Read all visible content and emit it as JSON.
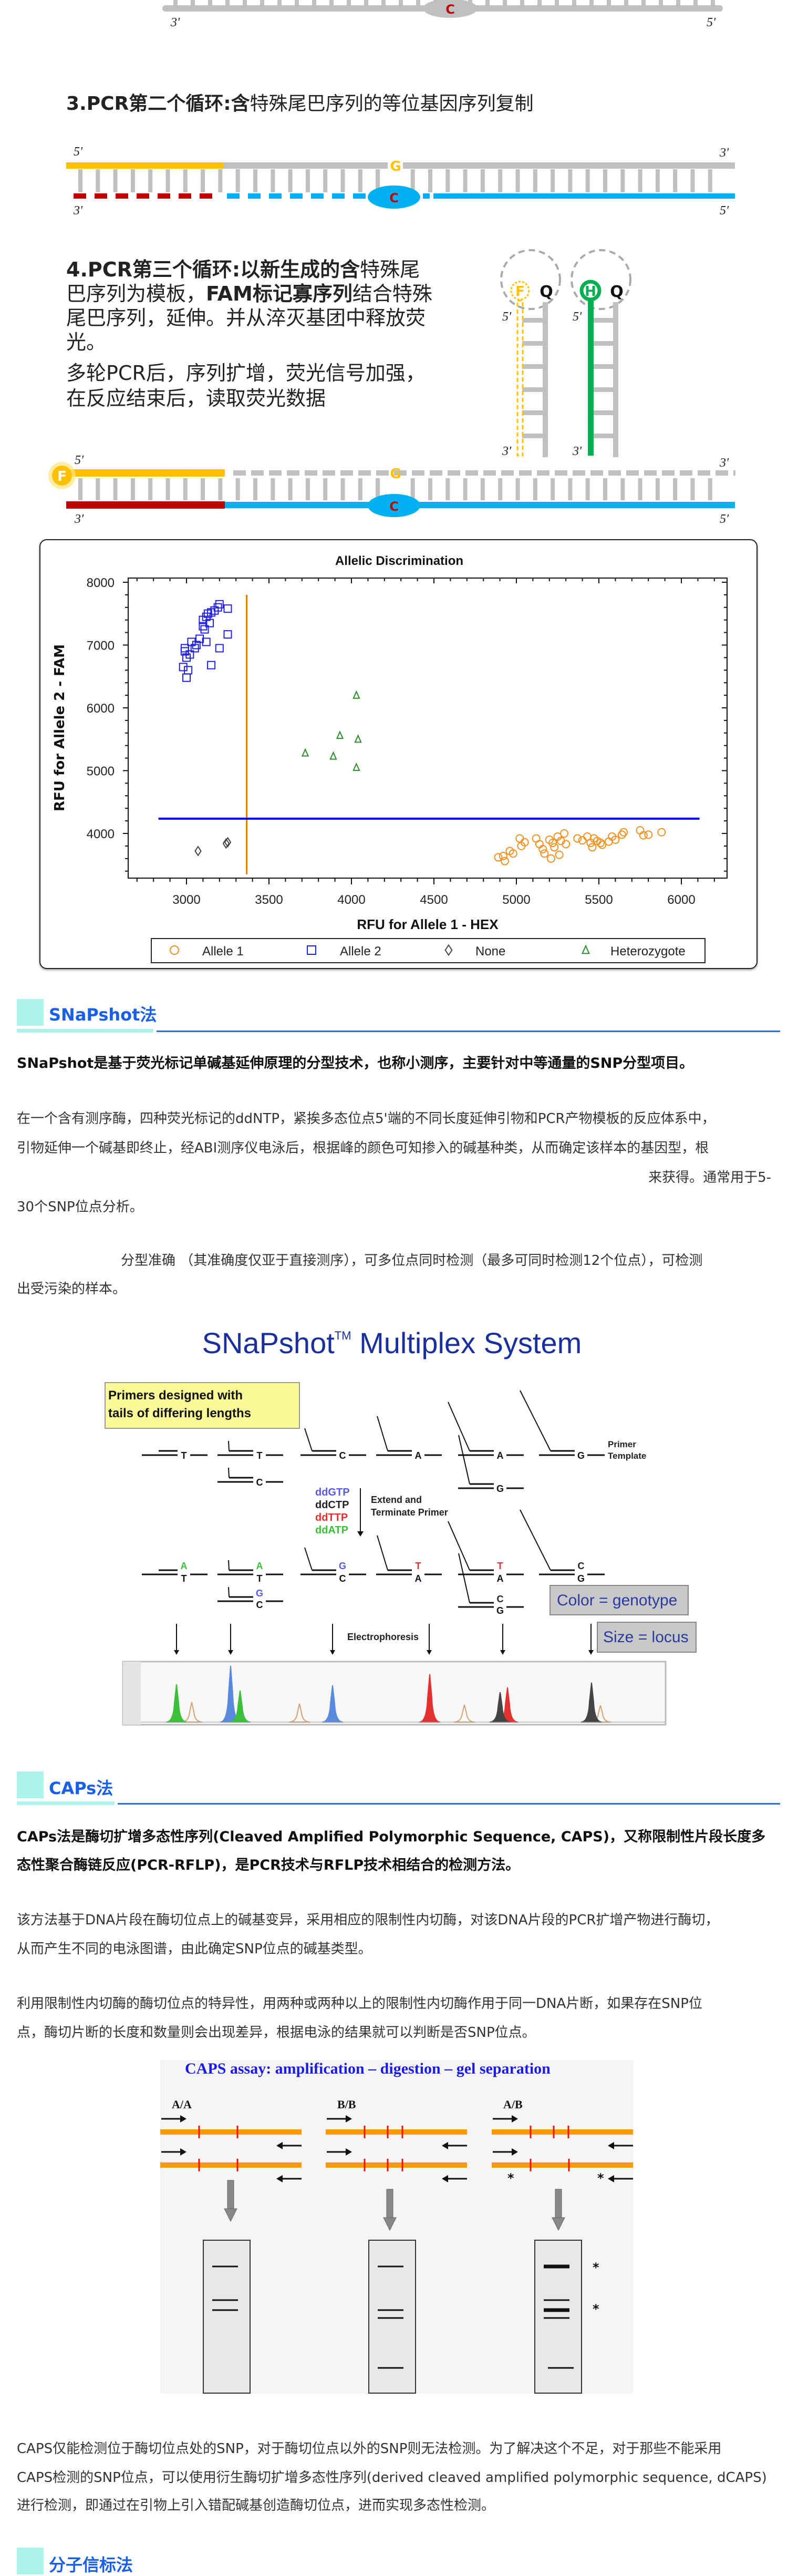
{
  "dna_labels": {
    "five_prime": "5′",
    "three_prime": "3′"
  },
  "bases": {
    "g": "G",
    "c": "C",
    "f": "F",
    "h": "H",
    "q": "Q"
  },
  "colors": {
    "strand_gray": "#c0c0c0",
    "tail_yellow": "#ffc000",
    "primer_red": "#c00000",
    "strand_blue": "#00b0f0",
    "probe_green": "#00b050",
    "heading_blue": "#1a5fe8",
    "heading_block": "#aef2ee"
  },
  "step3": {
    "bold": "3.PCR第二个循环:含",
    "rest": "特殊尾巴序列的等位基因序列复制"
  },
  "step4": {
    "s1_bold": "4.PCR第三个循环:以新生成的含",
    "s2": "特殊尾巴序列为模板，",
    "s3_bold": "FAM标记寡序列",
    "s4": "结合特殊尾巴序列，延伸。并从淬灭基团中释放荧光。",
    "p2": "多轮PCR后，序列扩增，荧光信号加强，在反应结束后，读取荧光数据"
  },
  "chart_data": {
    "type": "scatter",
    "title": "Allelic Discrimination",
    "xlabel": "RFU for Allele 1 - HEX",
    "ylabel": "RFU for Allele 2 - FAM",
    "xlim": [
      2650,
      6280
    ],
    "ylim": [
      3300,
      8050
    ],
    "xticks": [
      3000,
      3500,
      4000,
      4500,
      5000,
      5500,
      6000
    ],
    "yticks": [
      4000,
      5000,
      6000,
      7000,
      8000
    ],
    "grid": false,
    "legend_position": "bottom",
    "threshold_lines": [
      {
        "orientation": "vertical",
        "x": 3365,
        "y_range": [
          3350,
          7800
        ],
        "color": "#f07800"
      },
      {
        "orientation": "horizontal",
        "y": 4235,
        "x_range": [
          2830,
          6110
        ],
        "color": "#0000ee"
      }
    ],
    "series": [
      {
        "name": "Allele 1",
        "marker": "circle",
        "color": "#f39020",
        "points": [
          [
            4890,
            3620
          ],
          [
            4930,
            3560
          ],
          [
            4920,
            3640
          ],
          [
            4960,
            3720
          ],
          [
            4980,
            3680
          ],
          [
            5020,
            3920
          ],
          [
            5030,
            3800
          ],
          [
            5050,
            3860
          ],
          [
            5120,
            3920
          ],
          [
            5140,
            3830
          ],
          [
            5160,
            3750
          ],
          [
            5170,
            3680
          ],
          [
            5200,
            3900
          ],
          [
            5210,
            3600
          ],
          [
            5220,
            3850
          ],
          [
            5230,
            3780
          ],
          [
            5250,
            3950
          ],
          [
            5260,
            3660
          ],
          [
            5270,
            3880
          ],
          [
            5290,
            4000
          ],
          [
            5300,
            3830
          ],
          [
            5370,
            3920
          ],
          [
            5400,
            3890
          ],
          [
            5430,
            3950
          ],
          [
            5450,
            3850
          ],
          [
            5460,
            3780
          ],
          [
            5470,
            3920
          ],
          [
            5490,
            3880
          ],
          [
            5510,
            3850
          ],
          [
            5520,
            3820
          ],
          [
            5560,
            3870
          ],
          [
            5580,
            3950
          ],
          [
            5600,
            3900
          ],
          [
            5640,
            3980
          ],
          [
            5650,
            4020
          ],
          [
            5750,
            4050
          ],
          [
            5770,
            3970
          ],
          [
            5800,
            3980
          ],
          [
            5880,
            4020
          ]
        ]
      },
      {
        "name": "Allele 2",
        "marker": "square",
        "color": "#2020e0",
        "points": [
          [
            2980,
            6650
          ],
          [
            3000,
            6480
          ],
          [
            3010,
            6600
          ],
          [
            2990,
            6950
          ],
          [
            2990,
            6900
          ],
          [
            3000,
            6800
          ],
          [
            3020,
            6850
          ],
          [
            3030,
            7050
          ],
          [
            3050,
            6950
          ],
          [
            3060,
            7000
          ],
          [
            3080,
            7100
          ],
          [
            3100,
            7300
          ],
          [
            3100,
            7400
          ],
          [
            3120,
            7450
          ],
          [
            3130,
            7500
          ],
          [
            3150,
            7520
          ],
          [
            3110,
            7250
          ],
          [
            3120,
            7050
          ],
          [
            3150,
            6680
          ],
          [
            3200,
            6950
          ],
          [
            3190,
            7600
          ],
          [
            3200,
            7650
          ],
          [
            3250,
            7580
          ],
          [
            3250,
            7170
          ],
          [
            3170,
            7550
          ],
          [
            3140,
            7350
          ]
        ]
      },
      {
        "name": "None",
        "marker": "diamond",
        "color": "#444444",
        "points": [
          [
            3070,
            3720
          ],
          [
            3240,
            3840
          ],
          [
            3250,
            3860
          ]
        ]
      },
      {
        "name": "Heterozygote",
        "marker": "triangle",
        "color": "#2a8a2a",
        "points": [
          [
            3720,
            5280
          ],
          [
            3890,
            5230
          ],
          [
            3930,
            5560
          ],
          [
            4030,
            6200
          ],
          [
            4040,
            5500
          ],
          [
            4030,
            5050
          ]
        ]
      }
    ]
  },
  "snapshot": {
    "heading": "SNaPshot法",
    "lead": "SNaPshot是基于荧光标记单碱基延伸原理的分型技术，也称小测序，主要针对中等通量的SNP分型项目。",
    "para1": [
      "在一个含有测序酶，四种荧光标记的ddNTP，紧挨多态位点5'端的不同长度延伸引物和PCR产物模板的反应体系中，",
      "引物延伸一个碱基即终止，经ABI测序仪电泳后，根据峰的颜色可知掺入的碱基种类，从而确定该样本的基因型，根",
      "来获得。通常用于5-",
      "30个SNP位点分析。"
    ],
    "para2": [
      "分型准确 （其准确度仅亚于直接测序），可多位点同时检测（最多可同时检测12个位点），可检测",
      "出受污染的样本。"
    ],
    "figure": {
      "title": "SNaPshot",
      "tm": "TM",
      "title_rest": " Multiplex System",
      "callout": [
        "Primers designed with",
        "tails of differing lengths"
      ],
      "primer_template": [
        "Primer",
        "Template"
      ],
      "template_bases": [
        "T",
        "T",
        "C",
        "A",
        "A",
        "G"
      ],
      "template_bases_row2": [
        "C",
        "G"
      ],
      "extended_bases": [
        "A",
        "A",
        "G",
        "T",
        "T",
        "C"
      ],
      "extended_bases_row2": [
        "G",
        "C"
      ],
      "ddntps": [
        {
          "label": "ddGTP",
          "color": "#5a5ae0"
        },
        {
          "label": "ddCTP",
          "color": "#222222"
        },
        {
          "label": "ddTTP",
          "color": "#e53030"
        },
        {
          "label": "ddATP",
          "color": "#3cc03c"
        }
      ],
      "extend_label": [
        "Extend and",
        "Terminate Primer"
      ],
      "electrophoresis": "Electrophoresis",
      "color_box": "Color = genotype",
      "size_box": "Size = locus"
    }
  },
  "caps": {
    "heading": "CAPs法",
    "lead": [
      "CAPs法是酶切扩增多态性序列(Cleaved Amplified Polymorphic Sequence, CAPS)，又称限制性片段长度多",
      "态性聚合酶链反应(PCR-RFLP)，是PCR技术与RFLP技术相结合的检测方法。"
    ],
    "para1": [
      "该方法基于DNA片段在酶切位点上的碱基变异，采用相应的限制性内切酶，对该DNA片段的PCR扩增产物进行酶切，",
      "从而产生不同的电泳图谱，由此确定SNP位点的碱基类型。"
    ],
    "para2": [
      "利用限制性内切酶的酶切位点的特异性，用两种或两种以上的限制性内切酶作用于同一DNA片断，如果存在SNP位",
      "点，酶切片断的长度和数量则会出现差异，根据电泳的结果就可以判断是否SNP位点。"
    ],
    "figure": {
      "title": "CAPS assay: amplification – digestion – gel separation",
      "genotypes": [
        "A/A",
        "B/B",
        "A/B"
      ],
      "star": "*"
    },
    "para3": [
      "CAPS仅能检测位于酶切位点处的SNP，对于酶切位点以外的SNP则无法检测。为了解决这个不足，对于那些不能采用",
      "CAPS检测的SNP位点，可以使用衍生酶切扩增多态性序列(derived cleaved amplified polymorphic sequence, dCAPS)",
      "进行检测，即通过在引物上引入错配碱基创造酶切位点，进而实现多态性检测。"
    ]
  },
  "beacon": {
    "heading": "分子信标法"
  }
}
